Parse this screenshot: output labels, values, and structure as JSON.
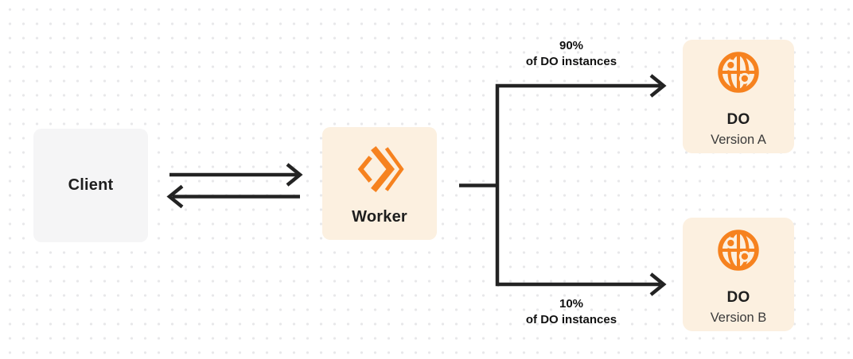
{
  "diagram": {
    "nodes": {
      "client": {
        "label": "Client"
      },
      "worker": {
        "label": "Worker"
      },
      "do_a": {
        "title": "DO",
        "subtitle": "Version A"
      },
      "do_b": {
        "title": "DO",
        "subtitle": "Version B"
      }
    },
    "edges": {
      "top_branch": {
        "percent": "90%",
        "caption": "of DO instances"
      },
      "bottom_branch": {
        "percent": "10%",
        "caption": "of DO instances"
      }
    },
    "icons": {
      "worker_icon": "cloudflare-workers-icon",
      "do_icon": "globe-icon"
    },
    "colors": {
      "orange": "#F6821F",
      "cream": "#FCF0E0",
      "client_bg": "#F5F5F6",
      "line": "#232323",
      "dot": "#E8E8EA",
      "text_dark": "#1E1E1E",
      "text_sub": "#3A3A3A"
    }
  }
}
